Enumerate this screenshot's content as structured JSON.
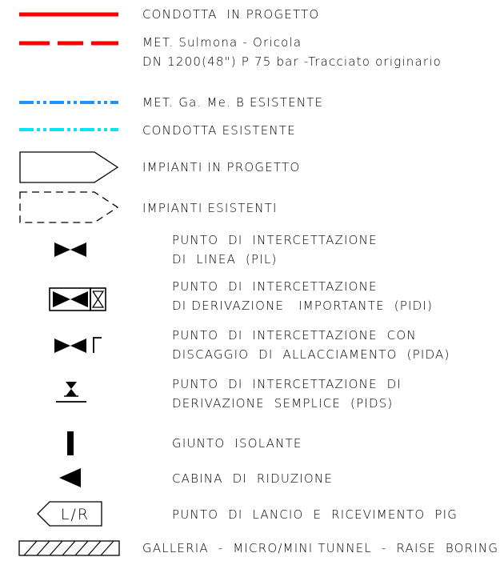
{
  "legend": {
    "items": [
      {
        "id": "condotta-in-progetto",
        "lines": [
          "CONDOTTA  IN PROGETTO"
        ]
      },
      {
        "id": "met-sulmona-oricola",
        "lines": [
          "MET. Sulmona - Oricola",
          "DN 1200(48\") P 75 bar -Tracciato originario"
        ]
      },
      {
        "id": "met-ga-me-b-esistente",
        "lines": [
          "MET. Ga. Me. B ESISTENTE"
        ]
      },
      {
        "id": "condotta-esistente",
        "lines": [
          "CONDOTTA ESISTENTE"
        ]
      },
      {
        "id": "impianti-in-progetto",
        "lines": [
          "IMPIANTI IN PROGETTO"
        ]
      },
      {
        "id": "impianti-esistenti",
        "lines": [
          "IMPIANTI ESISTENTI"
        ]
      },
      {
        "id": "pil",
        "lines": [
          "PUNTO  DI  INTERCETTAZIONE",
          "DI  LINEA  (PIL)"
        ]
      },
      {
        "id": "pidi",
        "lines": [
          "PUNTO  DI  INTERCETTAZIONE",
          "DI DERIVAZIONE   IMPORTANTE  (PIDI)"
        ]
      },
      {
        "id": "pida",
        "lines": [
          "PUNTO  DI  INTERCETTAZIONE  CON",
          "DISCAGGIO  DI  ALLACCIAMENTO  (PIDA)"
        ]
      },
      {
        "id": "pids",
        "lines": [
          "PUNTO  DI  INTERCETTAZIONE  DI",
          "DERIVAZIONE  SEMPLICE  (PIDS)"
        ]
      },
      {
        "id": "giunto-isolante",
        "lines": [
          "GIUNTO  ISOLANTE"
        ]
      },
      {
        "id": "cabina-di-riduzione",
        "lines": [
          "CABINA  DI  RIDUZIONE"
        ]
      },
      {
        "id": "punto-lancio-pig",
        "lines": [
          "PUNTO  DI  LANCIO  E  RICEVIMENTO  PIG"
        ]
      },
      {
        "id": "galleria",
        "lines": [
          "GALLERIA  -  MICRO/MINI TUNNEL  -  RAISE  BORING"
        ]
      }
    ],
    "pig_symbol_text": "L/R",
    "colors": {
      "condotta_in_progetto": "#ff0000",
      "met_sulmona_oricola": "#ff0000",
      "met_ga_me_b": "#1e90ff",
      "condotta_esistente": "#00e5ee",
      "symbols": "#000000"
    }
  }
}
